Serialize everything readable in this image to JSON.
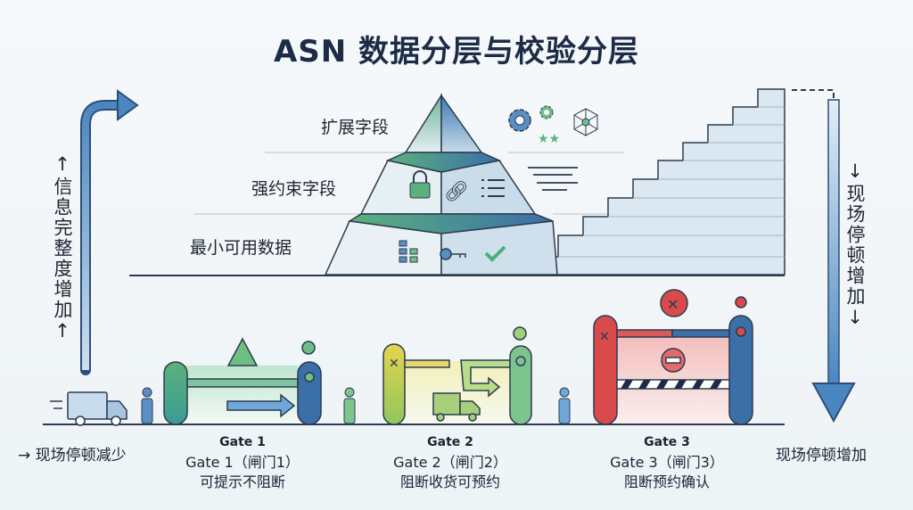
{
  "title": "ASN 数据分层与校验分层",
  "pyramid": {
    "layers": [
      {
        "label": "扩展字段"
      },
      {
        "label": "强约束字段"
      },
      {
        "label": "最小可用数据"
      }
    ]
  },
  "left_axis": {
    "label": "↑信息完整度增加↑"
  },
  "right_axis": {
    "label": "↓现场停顿增加↓"
  },
  "bottom": {
    "left_label": "→ 现场停顿减少",
    "right_label": "现场停顿增加"
  },
  "gates": [
    {
      "title": "Gate 1",
      "name": "Gate 1（闸门1）",
      "desc": "可提示不阻断",
      "color": "#4caf7a"
    },
    {
      "title": "Gate 2",
      "name": "Gate 2（闸门2）",
      "desc": "阻断收货可预约",
      "color": "#d9c443"
    },
    {
      "title": "Gate 3",
      "name": "Gate 3（闸门3）",
      "desc": "阻断预约确认",
      "color": "#d94a4a"
    }
  ],
  "colors": {
    "blue": "#3a6fa8",
    "green": "#5bb17c",
    "navy": "#1d2c46",
    "red": "#d94a4a"
  }
}
